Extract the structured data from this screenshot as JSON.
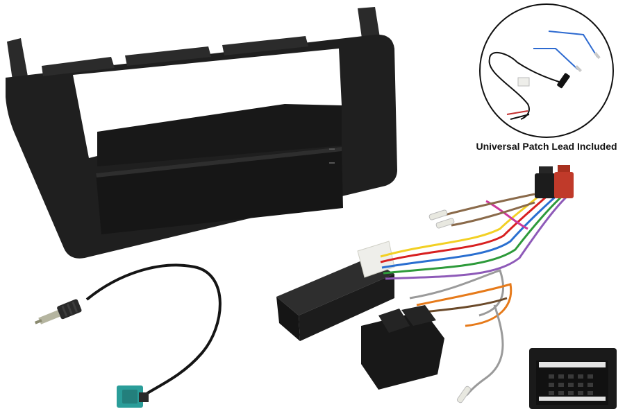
{
  "caption": "Universal Patch Lead Included",
  "colors": {
    "background": "#ffffff",
    "fascia": "#1f1f1f",
    "fakra_connector": "#2a9d99",
    "inset_circle_border": "#111111"
  },
  "objects": [
    "radio-fascia-panel",
    "antenna-adaptor-cable",
    "steering-control-interface-box",
    "iso-harness-wiring",
    "quadlock-connector",
    "universal-patch-lead"
  ]
}
